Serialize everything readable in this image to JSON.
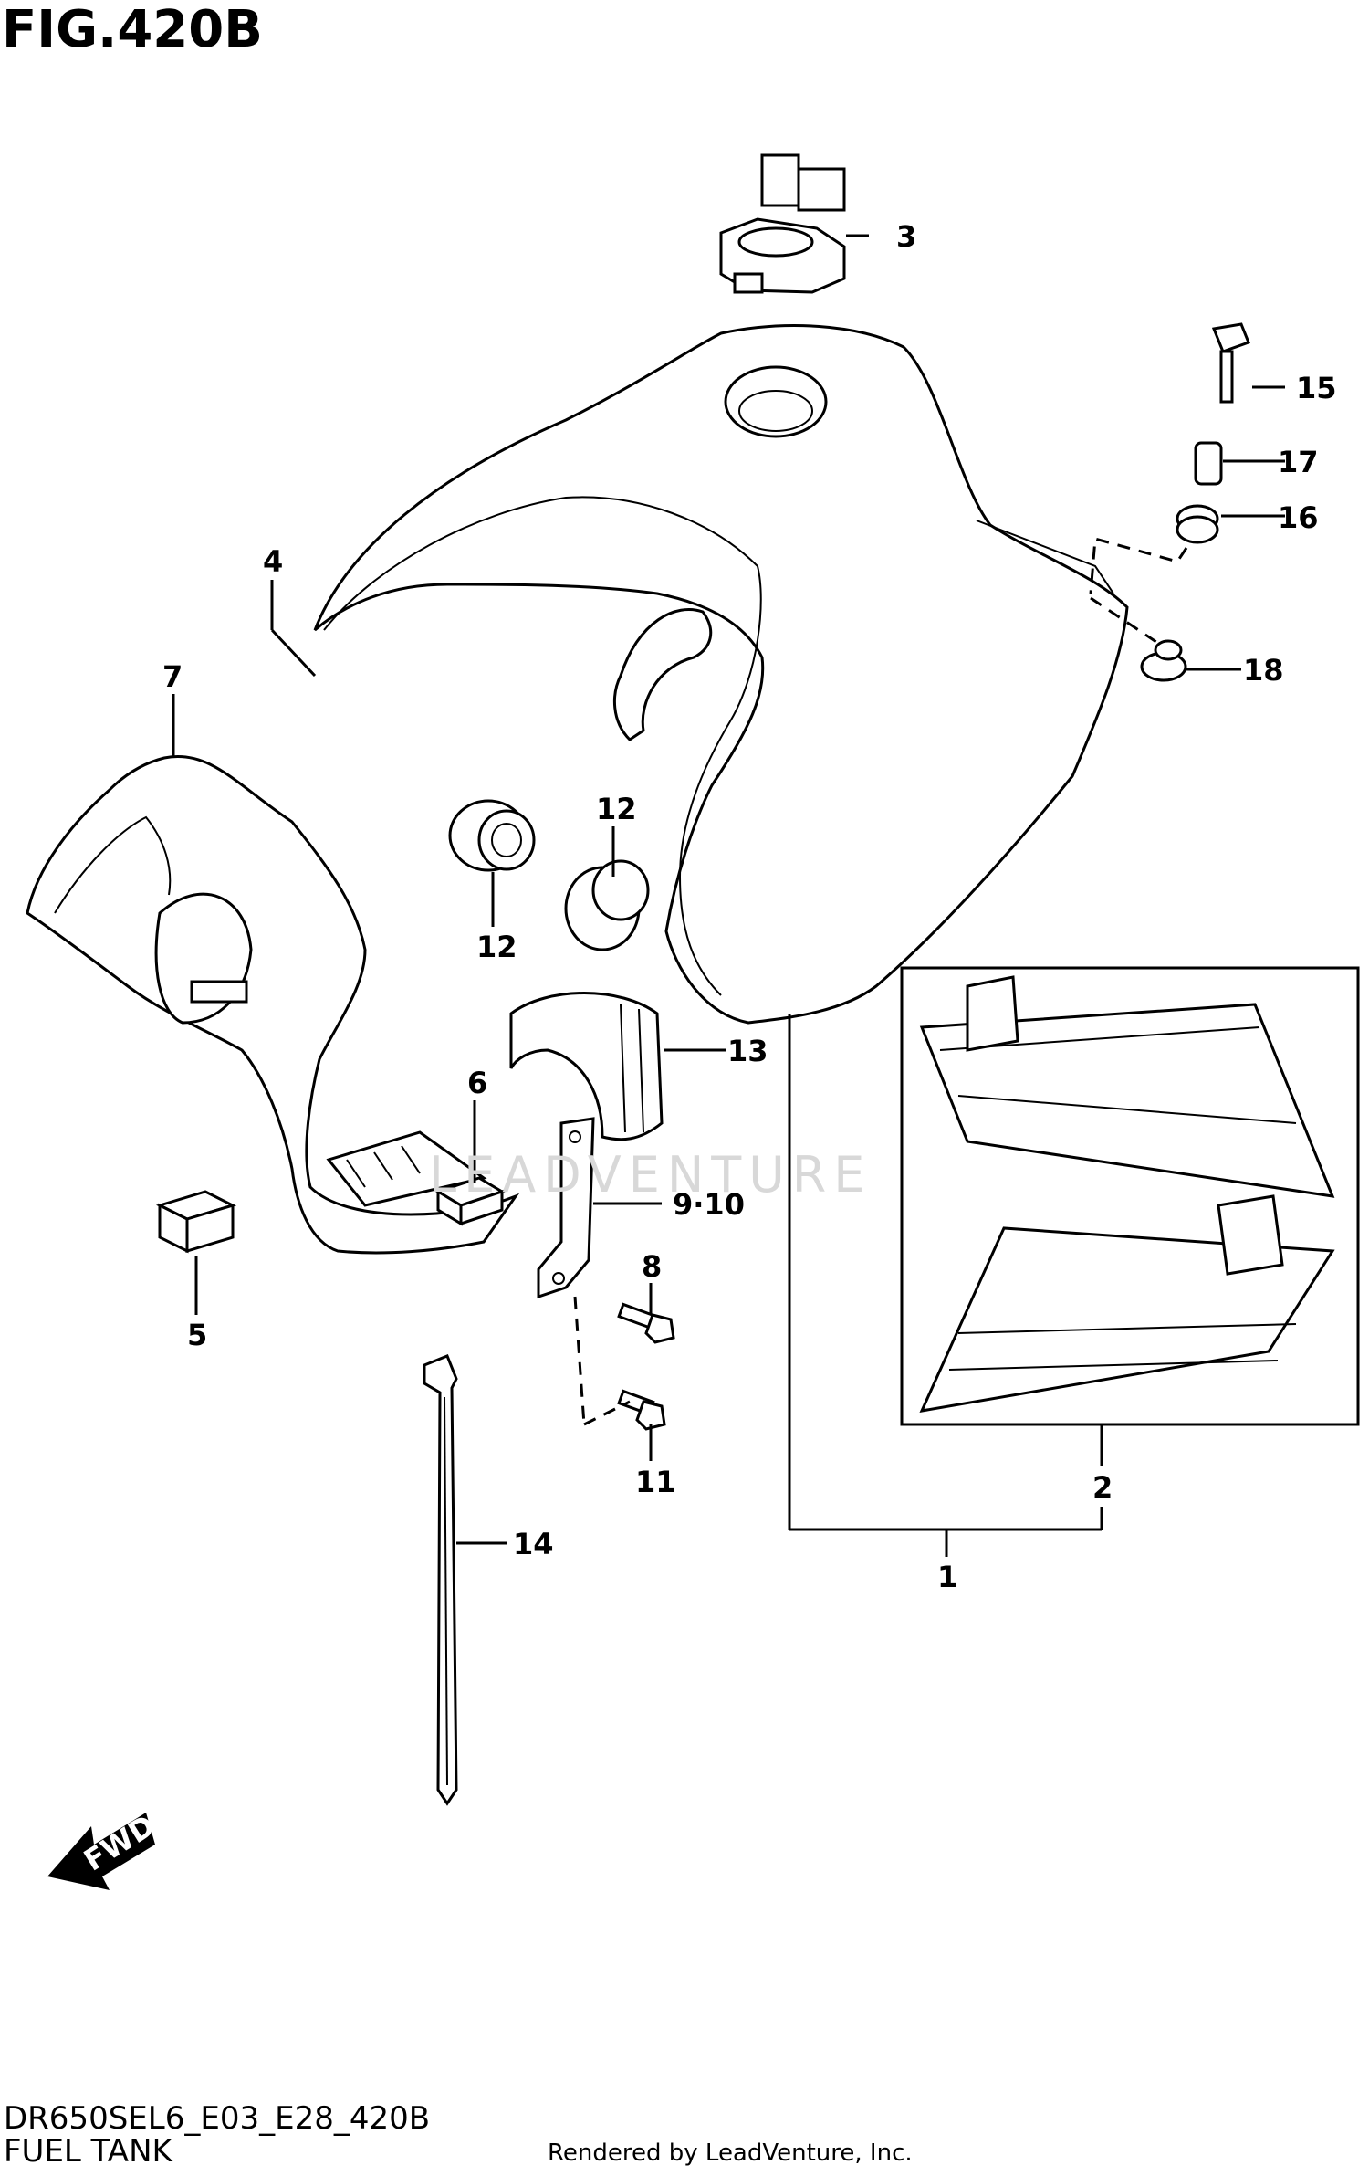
{
  "figure": {
    "title": "FIG.420B",
    "model_code": "DR650SEL6_E03_E28_420B",
    "name": "FUEL TANK",
    "rendered_by": "Rendered by LeadVenture, Inc.",
    "watermark": "LEADVENTURE",
    "fwd_label": "FWD"
  },
  "callouts": {
    "c1": "1",
    "c2": "2",
    "c3": "3",
    "c4": "4",
    "c5": "5",
    "c6": "6",
    "c7": "7",
    "c8": "8",
    "c9_10": "9·10",
    "c11": "11",
    "c12a": "12",
    "c12b": "12",
    "c13": "13",
    "c14": "14",
    "c15": "15",
    "c16": "16",
    "c17": "17",
    "c18": "18"
  }
}
